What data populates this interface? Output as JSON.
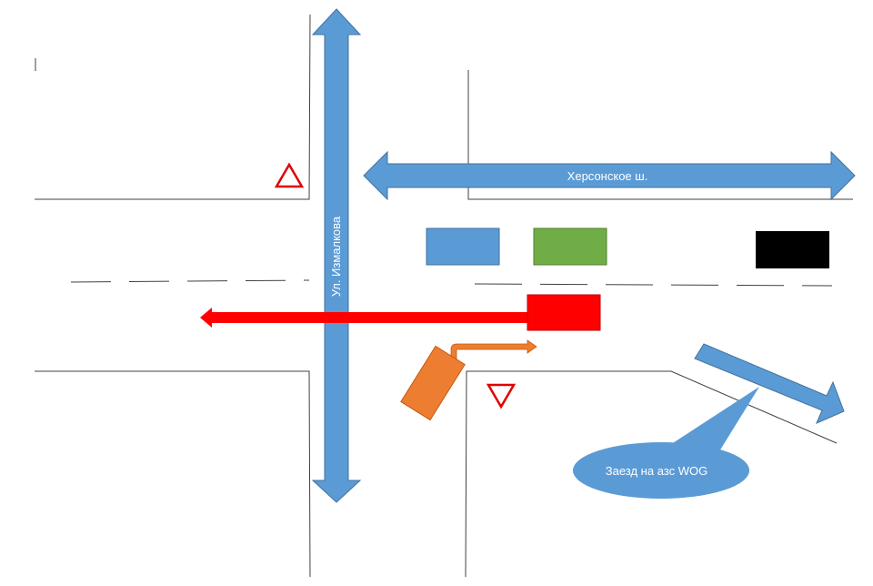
{
  "streets": {
    "vertical": "Ул. Измалкова",
    "horizontal": "Херсонское ш."
  },
  "callout": {
    "text": "Заезд на азс WOG"
  },
  "colors": {
    "road_arrow": "#5b9bd5",
    "road_arrow_edge": "#41719c",
    "car_blue": "#5b9bd5",
    "car_green": "#70ad47",
    "car_black": "#000000",
    "car_red": "#ff0000",
    "car_orange": "#ed7d31",
    "yield_sign": "#e00000",
    "road_line": "#404040"
  }
}
